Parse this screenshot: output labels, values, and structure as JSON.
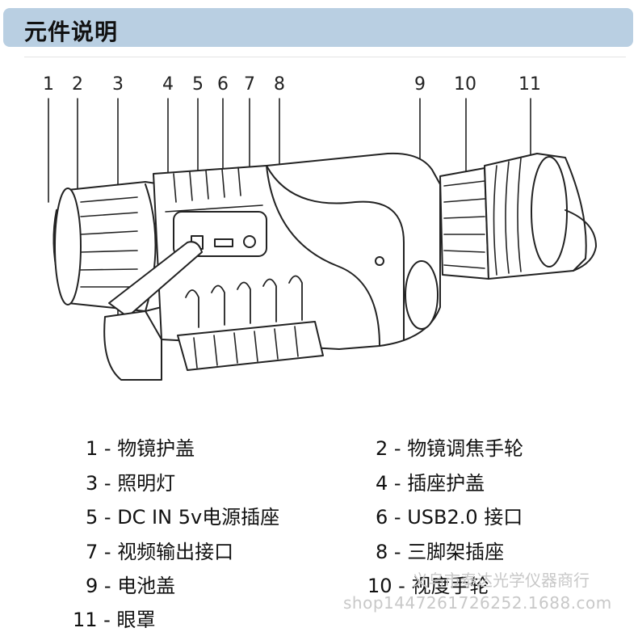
{
  "title": "元件说明",
  "callouts": [
    "1",
    "2",
    "3",
    "4",
    "5",
    "6",
    "7",
    "8",
    "9",
    "10",
    "11"
  ],
  "legend": [
    {
      "id": "l1",
      "text": "1 -  物镜护盖"
    },
    {
      "id": "l2",
      "text": "2 -  物镜调焦手轮"
    },
    {
      "id": "l3",
      "text": "3 -  照明灯"
    },
    {
      "id": "l4",
      "text": "4 -  插座护盖"
    },
    {
      "id": "l5",
      "text": "5 - DC IN 5v电源插座"
    },
    {
      "id": "l6",
      "text": "6 - USB2.0 接口"
    },
    {
      "id": "l7",
      "text": "7 -  视频输出接口"
    },
    {
      "id": "l8",
      "text": "8 -  三脚架插座"
    },
    {
      "id": "l9",
      "text": "9 -  电池盖"
    },
    {
      "id": "l10",
      "text": "10 -  视度手轮"
    },
    {
      "id": "l11",
      "text": "11 -  眼罩"
    }
  ],
  "watermark": {
    "line1": "义乌市泰达光学仪器商行",
    "line2": "shop1447261726252.1688.com"
  }
}
